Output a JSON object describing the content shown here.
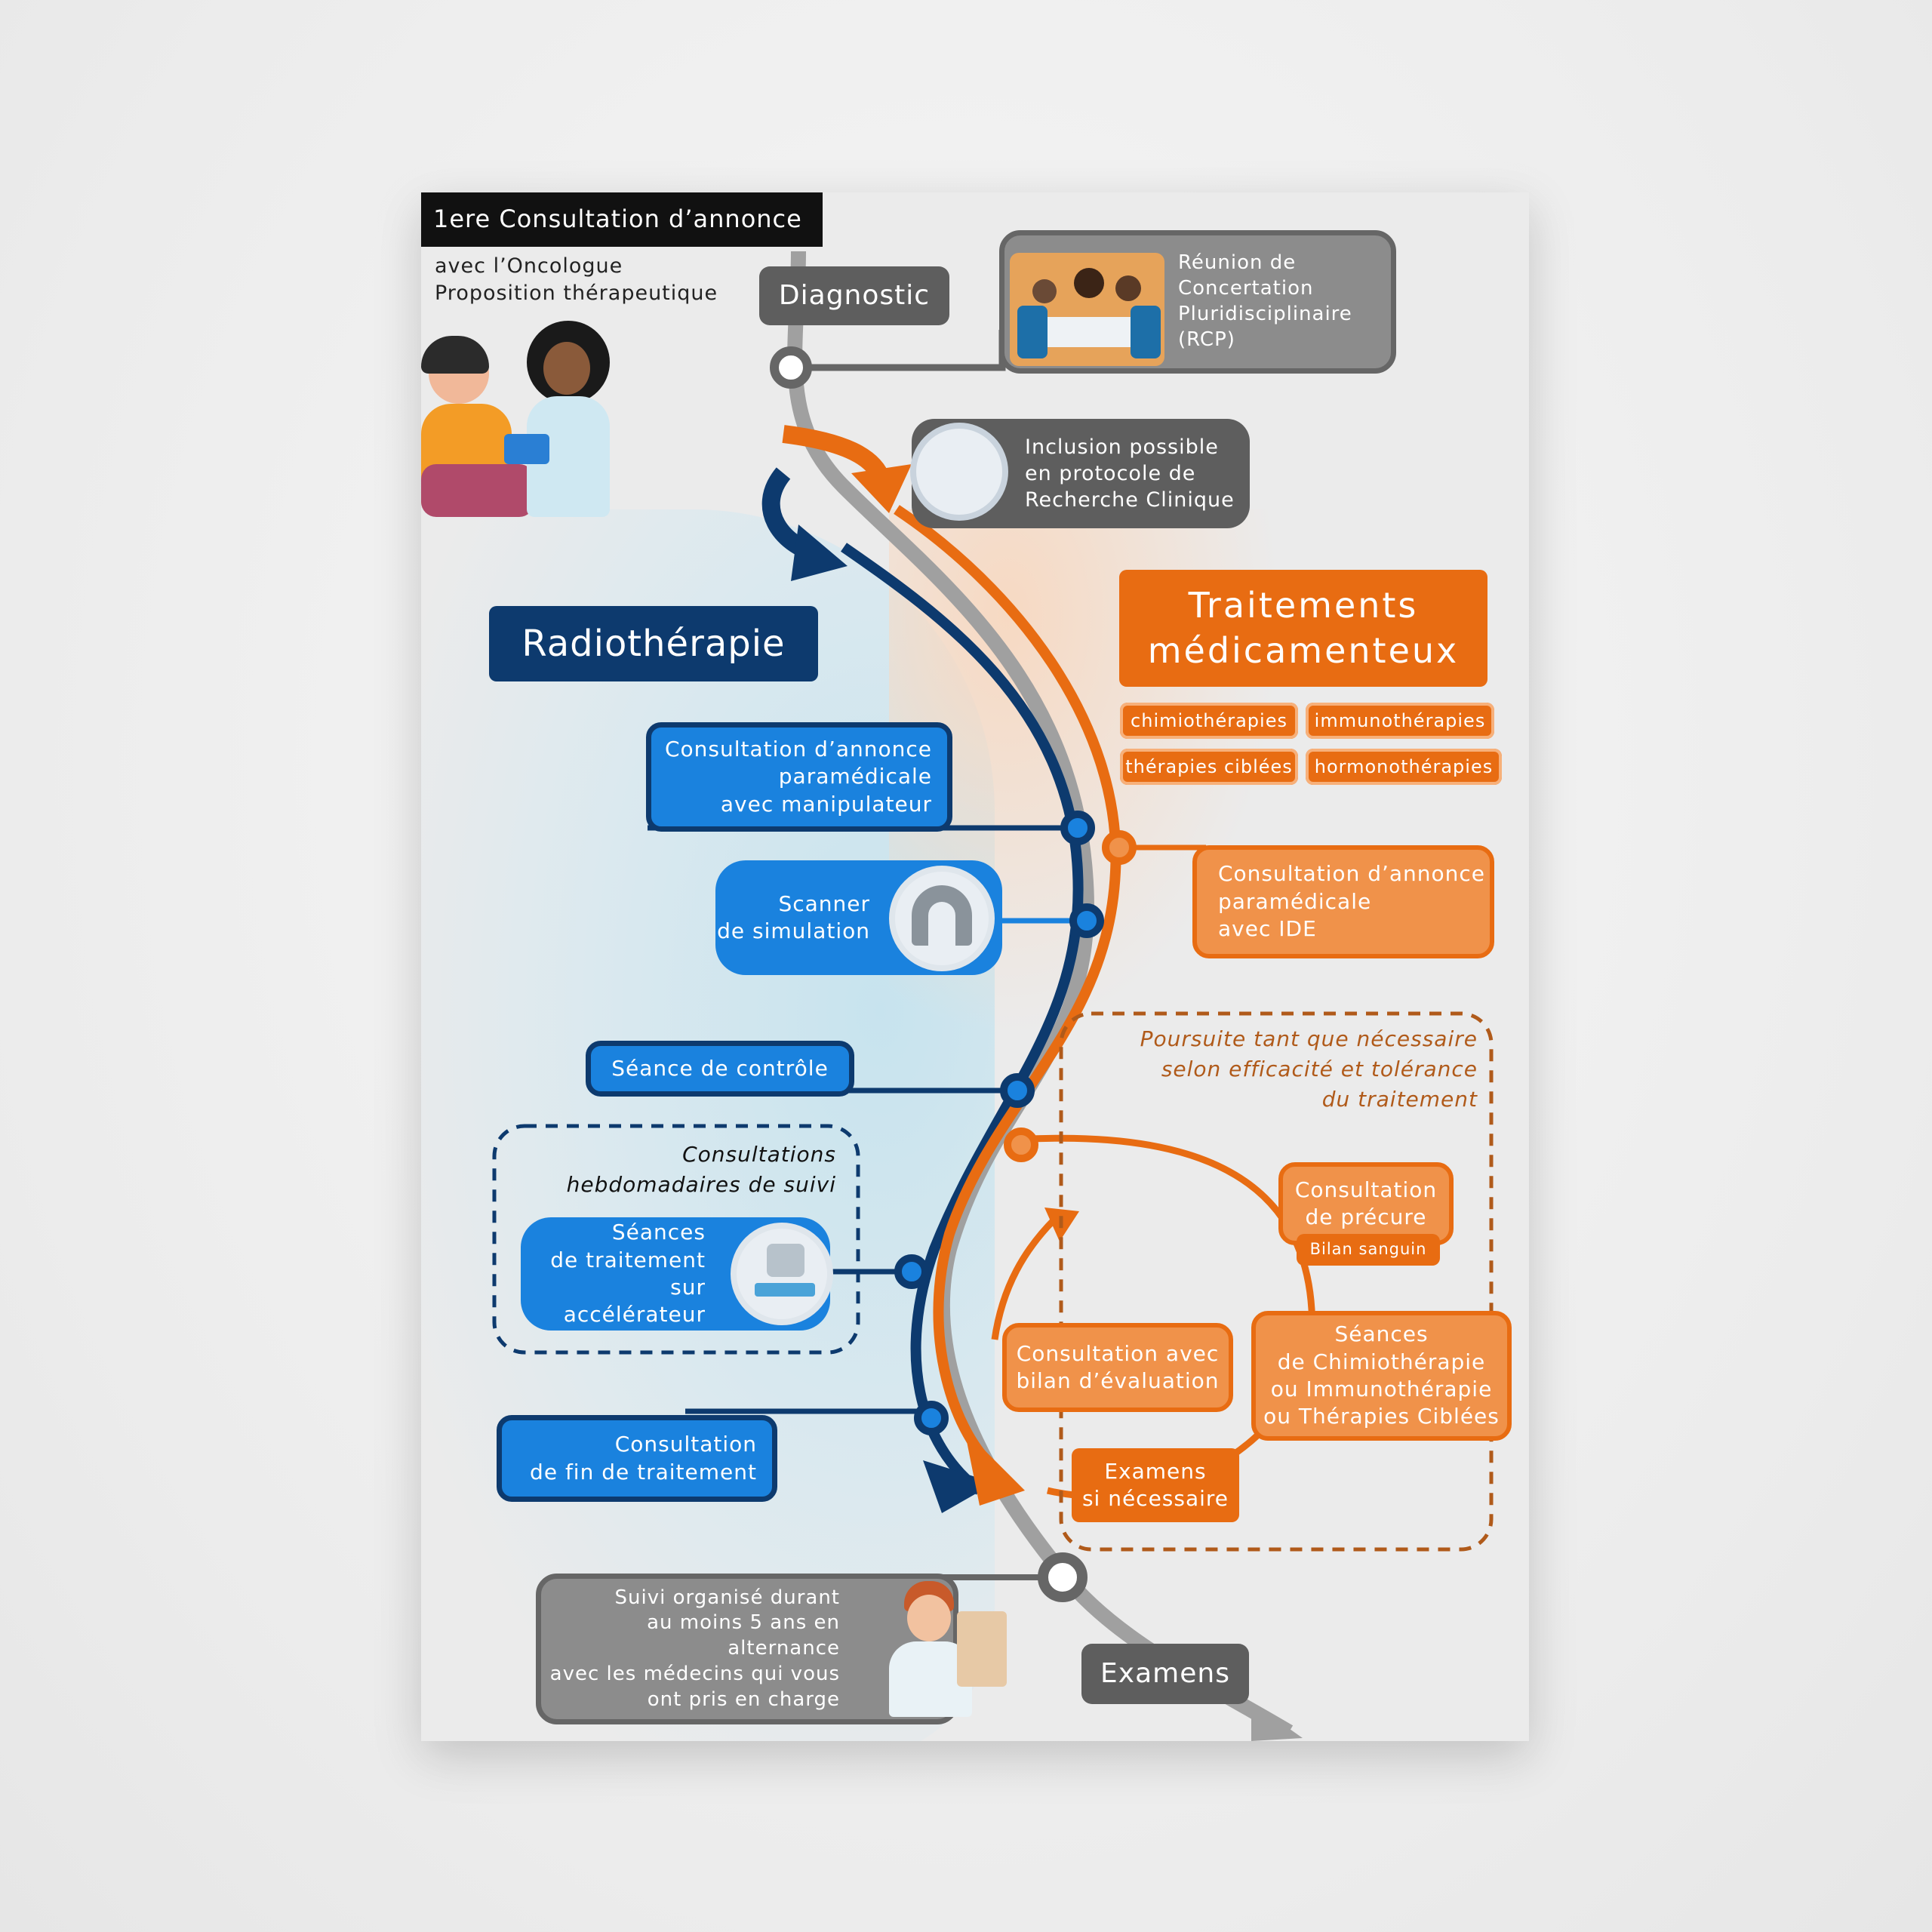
{
  "header": {
    "title": "1ere Consultation d’annonce",
    "subtitle_line1": "avec l’Oncologue",
    "subtitle_line2": "Proposition thérapeutique"
  },
  "diagnostic": "Diagnostic",
  "rcp": [
    "Réunion de",
    "Concertation",
    "Pluridisciplinaire",
    "(RCP)"
  ],
  "recherche": [
    "Inclusion possible",
    "en protocole de",
    "Recherche Clinique"
  ],
  "radio": {
    "title": "Radiothérapie",
    "consult_para": [
      "Consultation d’annonce",
      "paramédicale",
      "avec manipulateur"
    ],
    "scanner": [
      "Scanner",
      "de simulation"
    ],
    "controle": "Séance de contrôle",
    "hebdo": [
      "Consultations",
      "hebdomadaires de suivi"
    ],
    "seances": [
      "Séances",
      "de traitement",
      "sur accélérateur"
    ],
    "fin": [
      "Consultation",
      "de fin de traitement"
    ]
  },
  "medic": {
    "title": [
      "Traitements",
      "médicamenteux"
    ],
    "tags": [
      "chimiothérapies",
      "immunothérapies",
      "thérapies ciblées",
      "hormonothérapies"
    ],
    "consult_ide": [
      "Consultation d’annonce",
      "paramédicale",
      "avec IDE"
    ],
    "poursuite": [
      "Poursuite tant que nécessaire",
      "selon  efficacité et tolérance",
      "du traitement"
    ],
    "precure": [
      "Consultation",
      "de précure"
    ],
    "bilan_sanguin": "Bilan sanguin",
    "evaluation": [
      "Consultation avec",
      "bilan d’évaluation"
    ],
    "seances": [
      "Séances",
      "de Chimiothérapie",
      "ou Immunothérapie",
      "ou Thérapies Ciblées"
    ],
    "examens": [
      "Examens",
      "si nécessaire"
    ]
  },
  "suivi": [
    "Suivi organisé durant",
    "au moins 5 ans en alternance",
    "avec les médecins qui vous",
    "ont pris en charge"
  ],
  "examens": "Examens",
  "colors": {
    "navy": "#0d3a6e",
    "blue": "#1a82de",
    "orange": "#e86c12",
    "grey": "#8c8c8c"
  }
}
